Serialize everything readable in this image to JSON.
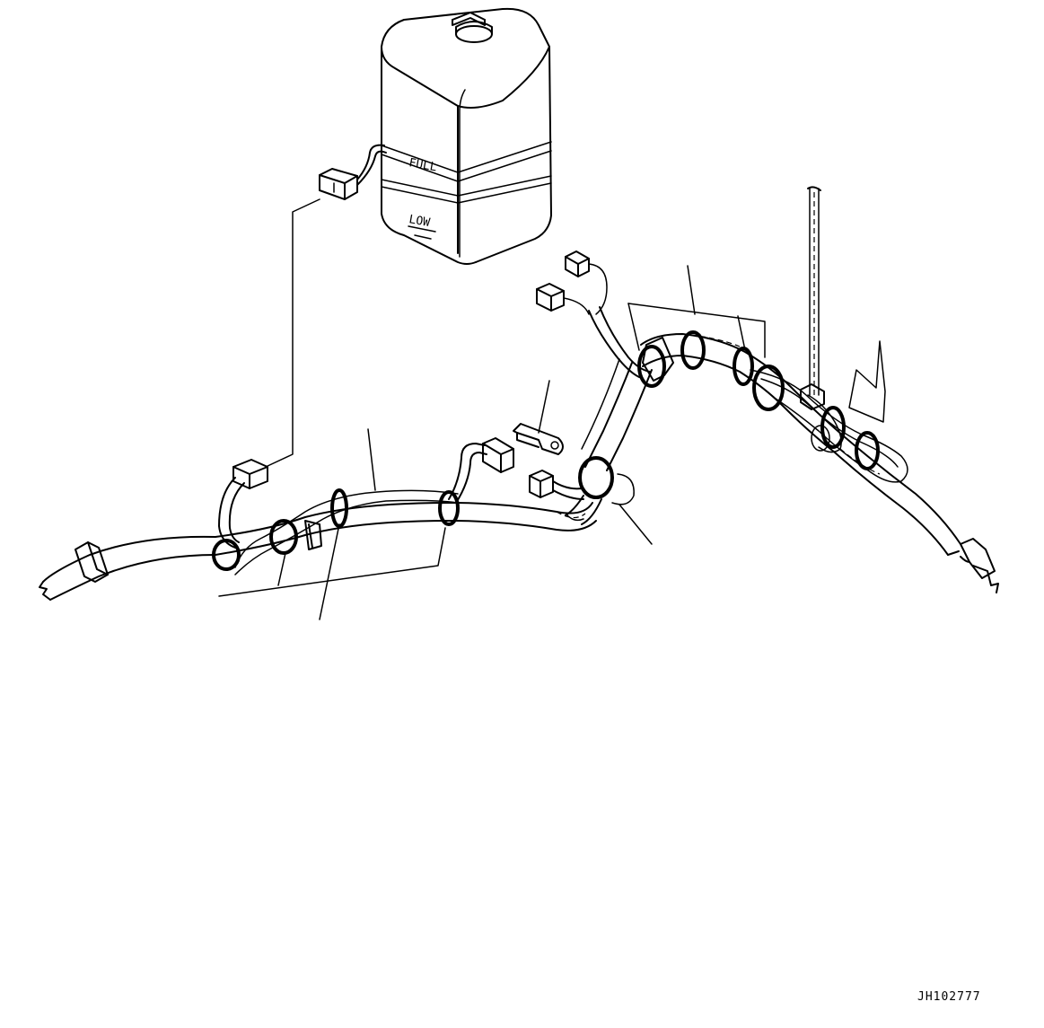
{
  "drawing": {
    "drawing_number": "JH102777",
    "tank_level_full": "FULL",
    "tank_level_low": "LOW"
  }
}
